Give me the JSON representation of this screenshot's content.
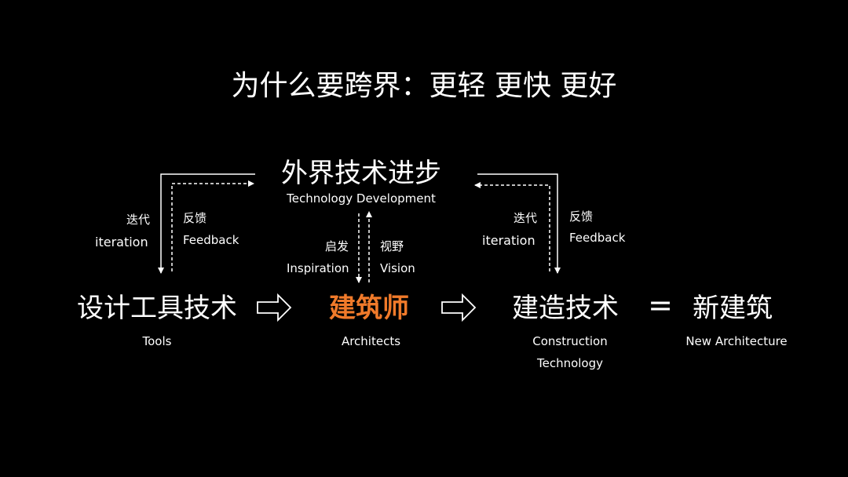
{
  "title": "为什么要跨界：更轻 更快 更好",
  "top_node": {
    "cn": "外界技术进步",
    "en": "Technology Development"
  },
  "left_loop": {
    "iteration_cn": "迭代",
    "iteration_en": "iteration",
    "feedback_cn": "反馈",
    "feedback_en": "Feedback"
  },
  "right_loop": {
    "iteration_cn": "迭代",
    "iteration_en": "iteration",
    "feedback_cn": "反馈",
    "feedback_en": "Feedback"
  },
  "center_links": {
    "inspiration_cn": "启发",
    "inspiration_en": "Inspiration",
    "vision_cn": "视野",
    "vision_en": "Vision"
  },
  "nodes": {
    "tools": {
      "cn": "设计工具技术",
      "en": "Tools"
    },
    "architects": {
      "cn": "建筑师",
      "en": "Architects"
    },
    "construction": {
      "cn": "建造技术",
      "en_line1": "Construction",
      "en_line2": "Technology"
    },
    "new_arch": {
      "cn": "新建筑",
      "en": "New Architecture"
    }
  },
  "equals_sign": "=",
  "colors": {
    "background": "#000000",
    "text": "#ffffff",
    "accent": "#f07a2a"
  }
}
